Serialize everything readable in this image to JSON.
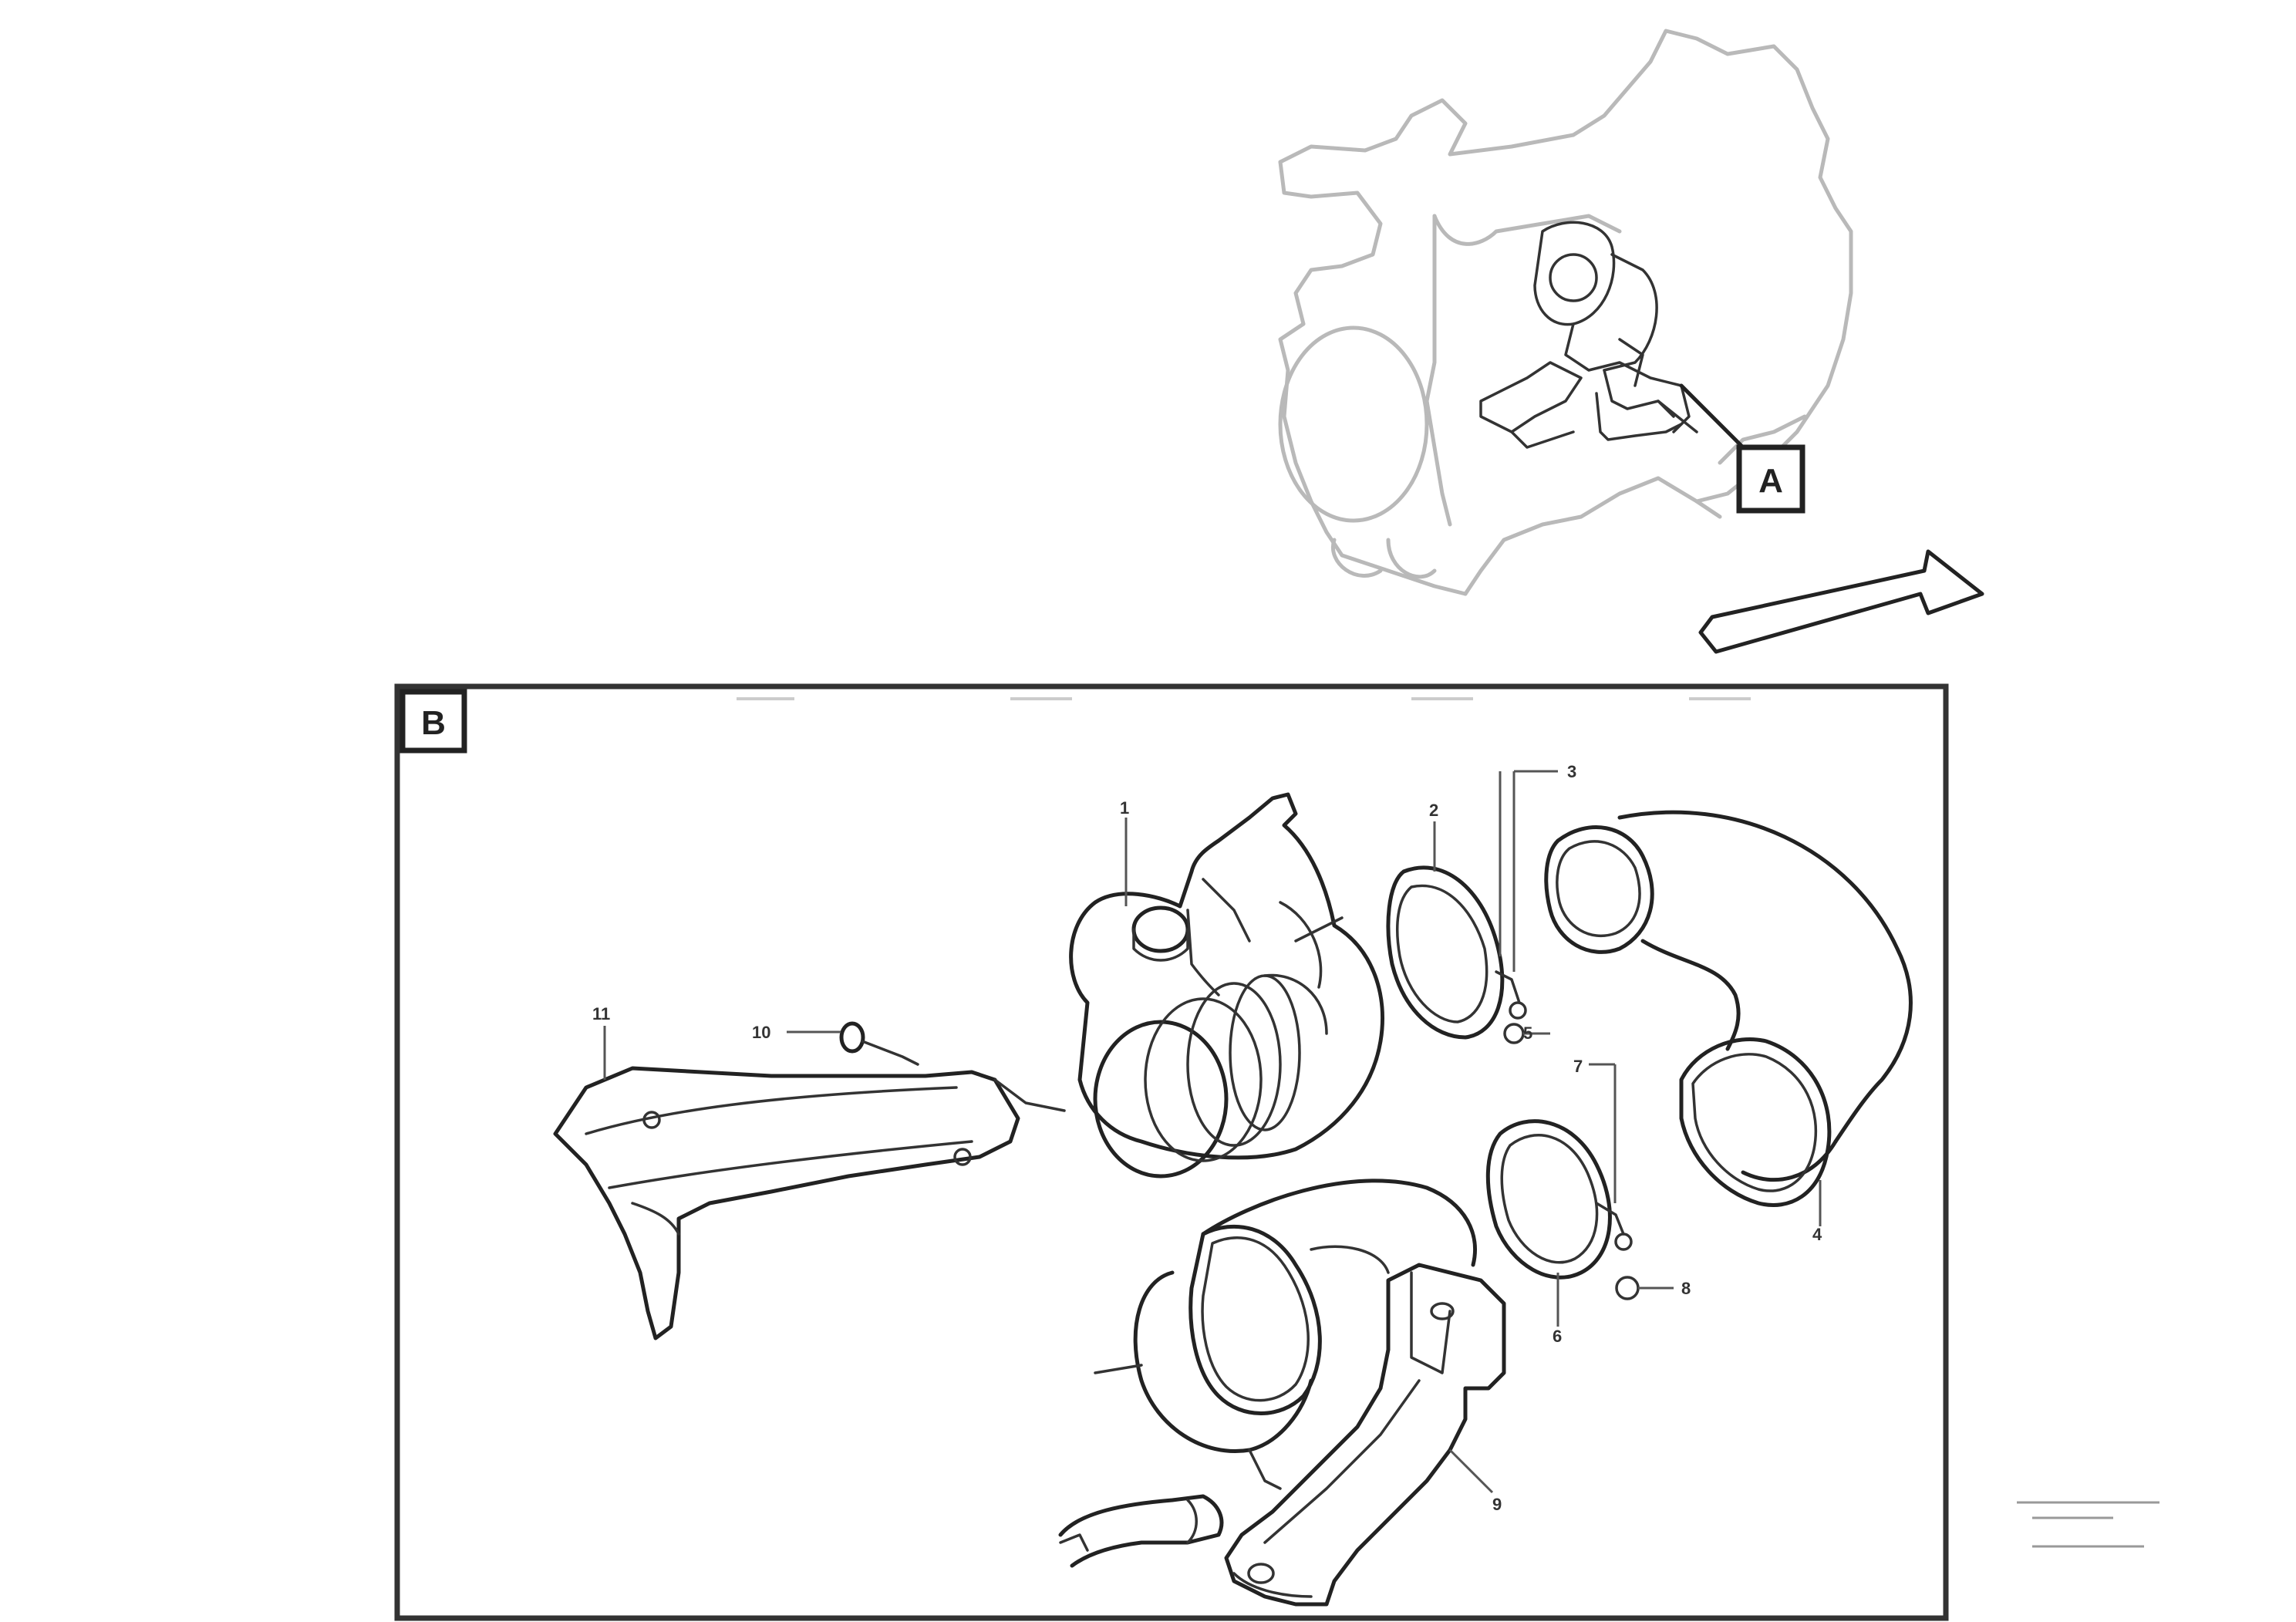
{
  "views": {
    "overview_tag": "A",
    "detail_tag": "B"
  },
  "callouts": {
    "c1": "1",
    "c2": "2",
    "c3": "3",
    "c4": "4",
    "c5": "5",
    "c6": "6",
    "c7": "7",
    "c8": "8",
    "c9": "9",
    "c10": "10",
    "c11": "11"
  },
  "reference": {
    "line1": "",
    "line2": "",
    "code": ""
  },
  "colors": {
    "line": "#222222",
    "ghost": "#b9b9b9",
    "frame": "#333333"
  }
}
